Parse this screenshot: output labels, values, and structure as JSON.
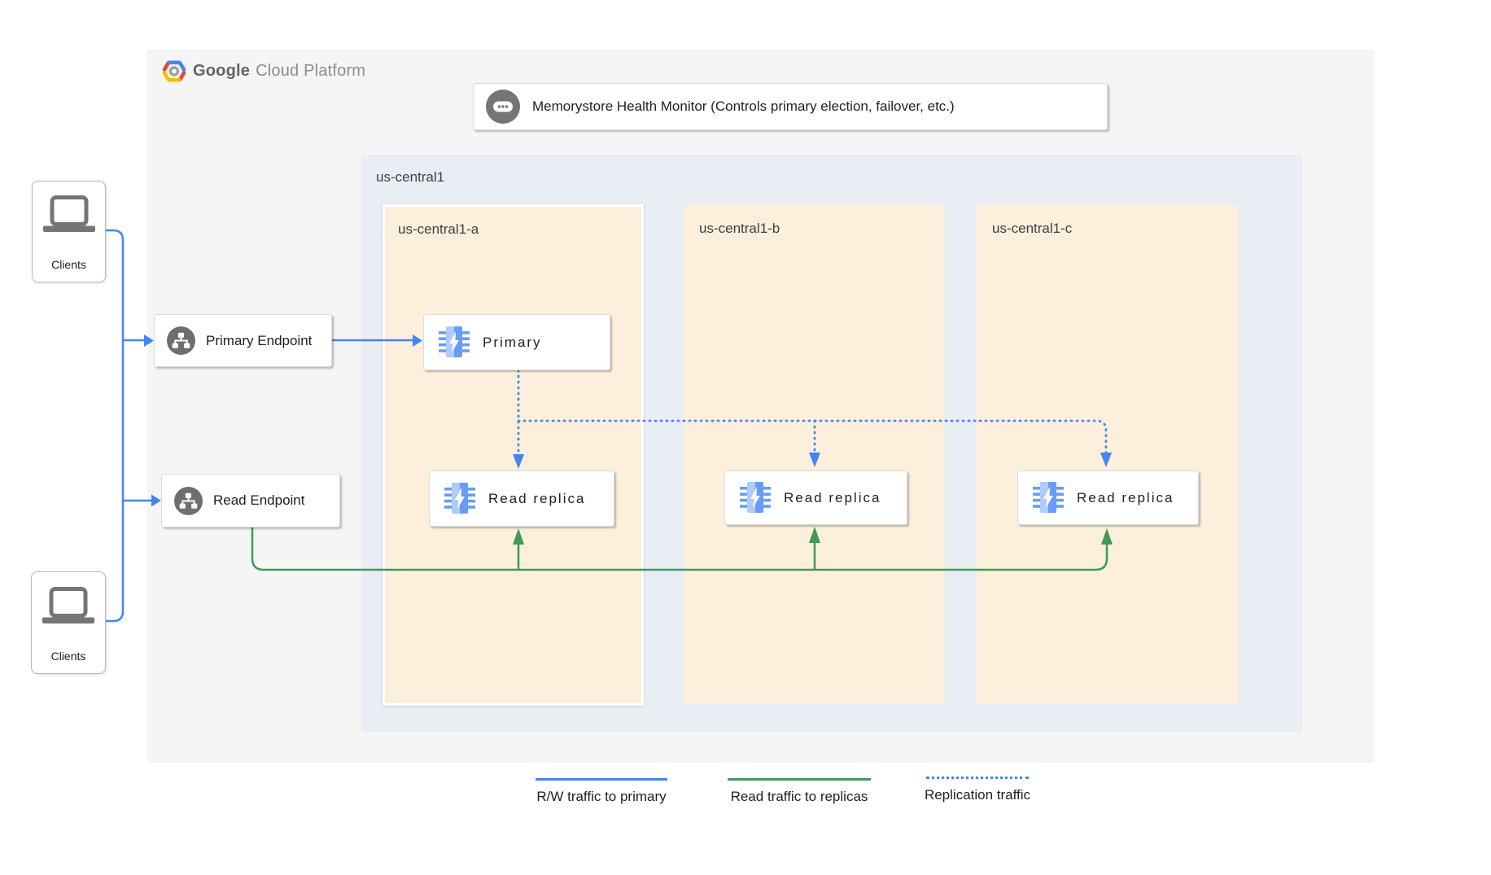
{
  "colors": {
    "blue": "#4285f4",
    "green": "#3f9b55",
    "canvas": "#f5f5f5",
    "region_fill": "#e9eef4",
    "zone_fill": "#fcefdc",
    "icon_gray": "#757575",
    "text_dark": "#212121",
    "text_medium": "#3c4043"
  },
  "logo": {
    "word_bold": "Google",
    "word_light": "Cloud Platform"
  },
  "health_monitor": {
    "label": "Memorystore Health Monitor (Controls primary election, failover, etc.)"
  },
  "region": {
    "label": "us-central1"
  },
  "zones": [
    {
      "label": "us-central1-a"
    },
    {
      "label": "us-central1-b"
    },
    {
      "label": "us-central1-c"
    }
  ],
  "clients": {
    "top_label": "Clients",
    "bottom_label": "Clients"
  },
  "endpoints": {
    "primary_label": "Primary Endpoint",
    "read_label": "Read Endpoint"
  },
  "nodes": {
    "primary_label": "Primary",
    "replicas": [
      "Read replica",
      "Read replica",
      "Read replica"
    ]
  },
  "legend": {
    "items": [
      {
        "label": "R/W traffic to primary",
        "style": "solid-blue"
      },
      {
        "label": "Read traffic to replicas",
        "style": "solid-green"
      },
      {
        "label": "Replication traffic",
        "style": "dotted-blue"
      }
    ]
  }
}
